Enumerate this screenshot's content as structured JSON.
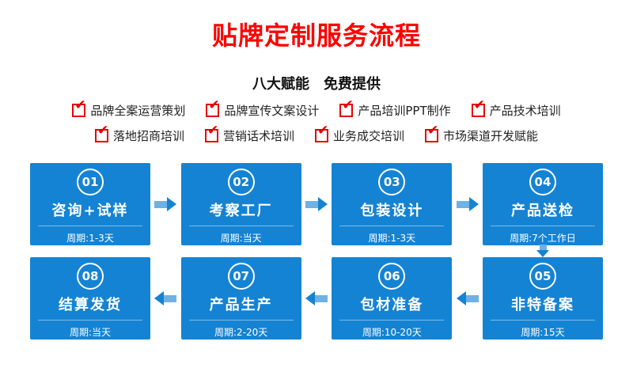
{
  "page": {
    "title": "贴牌定制服务流程",
    "subtitle": "八大赋能　免费提供"
  },
  "icons": {
    "check": "✔"
  },
  "benefits": {
    "row1": [
      "品牌全案运营策划",
      "品牌宣传文案设计",
      "产品培训PPT制作",
      "产品技术培训"
    ],
    "row2": [
      "落地招商培训",
      "营销话术培训",
      "业务成交培训",
      "市场渠道开发赋能"
    ]
  },
  "steps": [
    {
      "num": "01",
      "title": "咨询+试样",
      "period": "周期:1-3天"
    },
    {
      "num": "02",
      "title": "考察工厂",
      "period": "周期:当天"
    },
    {
      "num": "03",
      "title": "包装设计",
      "period": "周期:1-3天"
    },
    {
      "num": "04",
      "title": "产品送检",
      "period": "周期:7个工作日"
    },
    {
      "num": "05",
      "title": "非特备案",
      "period": "周期:15天"
    },
    {
      "num": "06",
      "title": "包材准备",
      "period": "周期:10-20天"
    },
    {
      "num": "07",
      "title": "产品生产",
      "period": "周期:2-20天"
    },
    {
      "num": "08",
      "title": "结算发货",
      "period": "周期:当天"
    }
  ],
  "colors": {
    "title_red": "#fd0100",
    "check_red": "#e60000",
    "box_blue": "#1583d3",
    "arrow_tail_blue": "#6fb1e4"
  }
}
